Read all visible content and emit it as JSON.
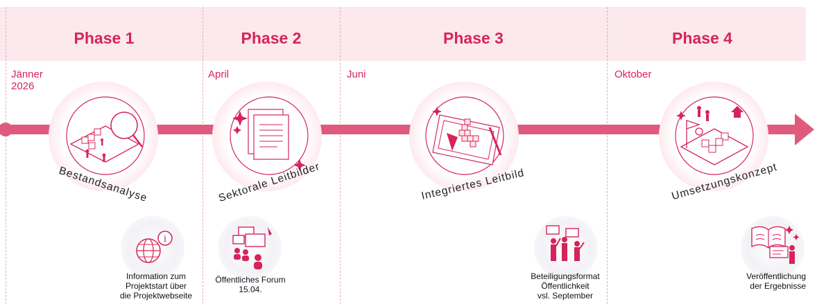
{
  "phases": [
    {
      "title": "Phase 1",
      "month": "Jänner\n2026",
      "step": "Bestandsanalyse",
      "event": "Information zum\nProjektstart über\ndie Projektwebseite"
    },
    {
      "title": "Phase 2",
      "month": "April",
      "step": "Sektorale Leitbilder",
      "event": "Öffentliches Forum\n15.04."
    },
    {
      "title": "Phase 3",
      "month": "Juni",
      "step": "Integriertes Leitbild",
      "event": "Beteiligungsformat\nÖffentlichkeit\nvsl. September"
    },
    {
      "title": "Phase 4",
      "month": "Oktober",
      "step": "Umsetzungskonzept",
      "event": "Veröffentlichung\nder Ergebnisse"
    }
  ],
  "colors": {
    "accent": "#d6245a",
    "arrow": "#e05a7e",
    "band": "#fbe9ee"
  },
  "icons": {
    "step_1": "magnifier-map-icon",
    "step_2": "documents-icon",
    "step_3": "city-model-plan-icon",
    "step_4": "implementation-map-icon",
    "event_1": "globe-info-icon",
    "event_2": "forum-chat-icon",
    "event_3": "participation-people-icon",
    "event_4": "book-presentation-icon"
  }
}
